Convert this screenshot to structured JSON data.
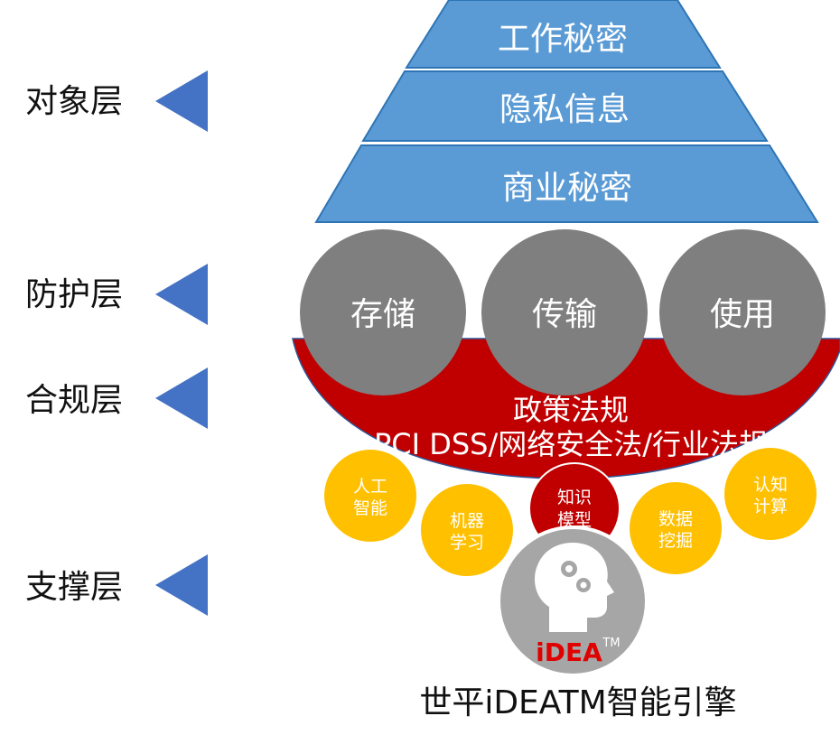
{
  "layers": [
    {
      "label": "对象层"
    },
    {
      "label": "防护层"
    },
    {
      "label": "合规层"
    },
    {
      "label": "支撑层"
    }
  ],
  "pyramid": {
    "tiers": [
      "工作秘密",
      "隐私信息",
      "商业秘密"
    ],
    "color": "#5b9bd5"
  },
  "protection": {
    "items": [
      "存储",
      "传输",
      "使用"
    ],
    "color": "#7f7f7f"
  },
  "compliance": {
    "line1": "政策法规",
    "line2": "PCI DSS/网络安全法/行业法规",
    "color": "#c00000"
  },
  "support": {
    "items": [
      {
        "line1": "人工",
        "line2": "智能",
        "color": "#ffc000"
      },
      {
        "line1": "机器",
        "line2": "学习",
        "color": "#ffc000"
      },
      {
        "line1": "知识",
        "line2": "模型",
        "color": "#c00000"
      },
      {
        "line1": "数据",
        "line2": "挖掘",
        "color": "#ffc000"
      },
      {
        "line1": "认知",
        "line2": "计算",
        "color": "#ffc000"
      }
    ]
  },
  "engine": {
    "logo_text": "iDEA",
    "tm": "TM",
    "caption": "世平iDEATM智能引擎"
  },
  "arrow_color": "#4472c4"
}
